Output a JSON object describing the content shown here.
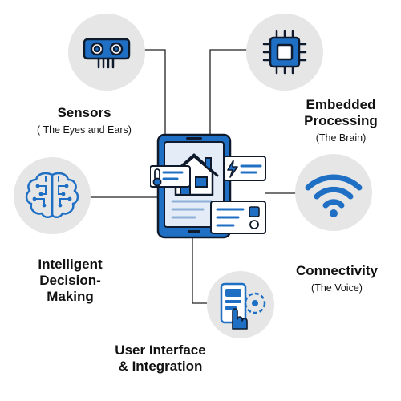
{
  "features": {
    "sensors": {
      "title": "Sensors",
      "subtitle": "( The Eyes and Ears)",
      "icon": "sensor-module-icon"
    },
    "processing": {
      "title_line1": "Embedded",
      "title_line2": "Processing",
      "subtitle": "(The Brain)",
      "icon": "microchip-icon"
    },
    "decision": {
      "title_line1": "Intelligent",
      "title_line2": "Decision-",
      "title_line3": "Making",
      "icon": "brain-circuit-icon"
    },
    "connectivity": {
      "title": "Connectivity",
      "subtitle": "(The Voice)",
      "icon": "wifi-icon"
    },
    "ui": {
      "title_line1": "User Interface",
      "title_line2": "& Integration",
      "icon": "touch-interface-icon"
    }
  },
  "center": {
    "icon": "smart-home-tablet-icon"
  },
  "colors": {
    "primary": "#1f6fc4",
    "outline": "#0f1b2d",
    "bubble": "#e6e6e6",
    "panel": "#e3ecf7"
  }
}
